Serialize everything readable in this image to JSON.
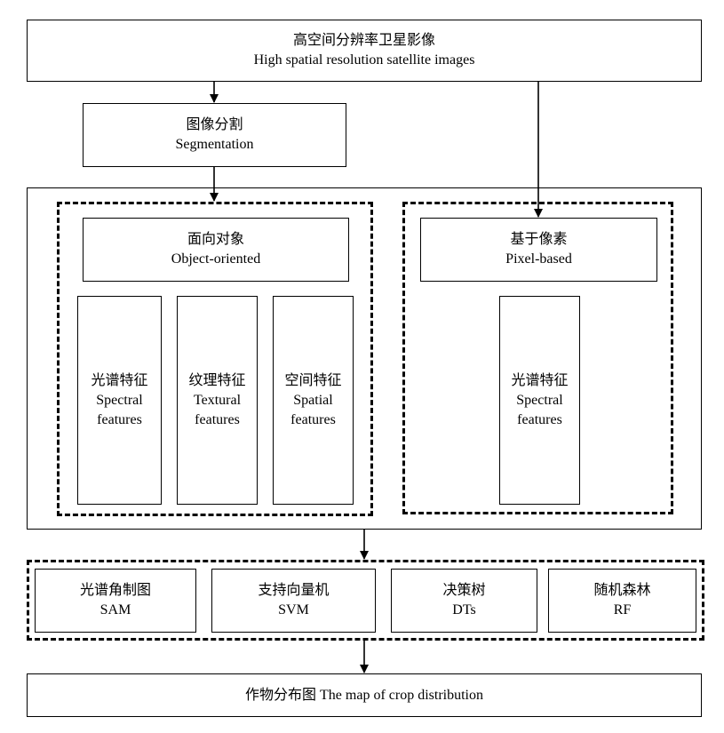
{
  "source": {
    "zh": "高空间分辨率卫星影像",
    "en": "High spatial resolution satellite images"
  },
  "segmentation": {
    "zh": "图像分割",
    "en": "Segmentation"
  },
  "object_oriented": {
    "title": {
      "zh": "面向对象",
      "en": "Object-oriented"
    },
    "features": [
      {
        "zh": "光谱特征",
        "en1": "Spectral",
        "en2": "features"
      },
      {
        "zh": "纹理特征",
        "en1": "Textural",
        "en2": "features"
      },
      {
        "zh": "空间特征",
        "en1": "Spatial",
        "en2": "features"
      }
    ]
  },
  "pixel_based": {
    "title": {
      "zh": "基于像素",
      "en": "Pixel-based"
    },
    "feature": {
      "zh": "光谱特征",
      "en1": "Spectral",
      "en2": "features"
    }
  },
  "classifiers": [
    {
      "zh": "光谱角制图",
      "en": "SAM"
    },
    {
      "zh": "支持向量机",
      "en": "SVM"
    },
    {
      "zh": "决策树",
      "en": "DTs"
    },
    {
      "zh": "随机森林",
      "en": "RF"
    }
  ],
  "output": {
    "label": "作物分布图 The map of crop distribution"
  }
}
